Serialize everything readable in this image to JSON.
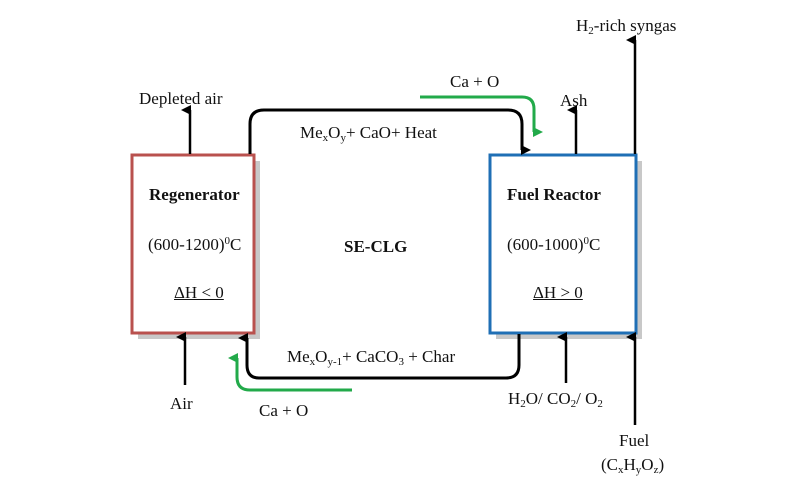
{
  "title": "SE-CLG",
  "colors": {
    "regenerator_border": "#b9514e",
    "fuel_reactor_border": "#1f6fb5",
    "green_flow": "#22aa4a",
    "black_flow": "#000000",
    "shadow": "#c8c8c8"
  },
  "regenerator": {
    "name": "Regenerator",
    "temp_range": "(600-1200)",
    "temp_sup": "0",
    "temp_unit": "C",
    "enthalpy": "ΔH < 0"
  },
  "fuel_reactor": {
    "name": "Fuel Reactor",
    "temp_range": "(600-1000)",
    "temp_sup": "0",
    "temp_unit": "C",
    "enthalpy": "ΔH > 0"
  },
  "flows": {
    "depleted_air": "Depleted air",
    "air": "Air",
    "ash": "Ash",
    "syngas": {
      "pre": "H",
      "sub": "2",
      "post": "-rich syngas"
    },
    "top_loop": {
      "me": "Me",
      "sub_x": "x",
      "o": "O",
      "sub_y": "y",
      "rest": "+ CaO+ Heat"
    },
    "bottom_loop": {
      "me": "Me",
      "sub_x": "x",
      "o": "O",
      "sub_y": "y-1",
      "mid": "+ CaCO",
      "sub_3": "3",
      "rest": " + Char"
    },
    "ca_o_top": "Ca + O",
    "ca_o_bottom": "Ca + O",
    "gasifying_agents": {
      "h": "H",
      "s1": "2",
      "a": "O/ CO",
      "s2": "2",
      "b": "/ O",
      "s3": "2"
    },
    "fuel": "Fuel",
    "fuel_formula": {
      "open": "(C",
      "x": "x",
      "h": "H",
      "y": "y",
      "o": "O",
      "z": "z",
      "close": ")"
    }
  }
}
